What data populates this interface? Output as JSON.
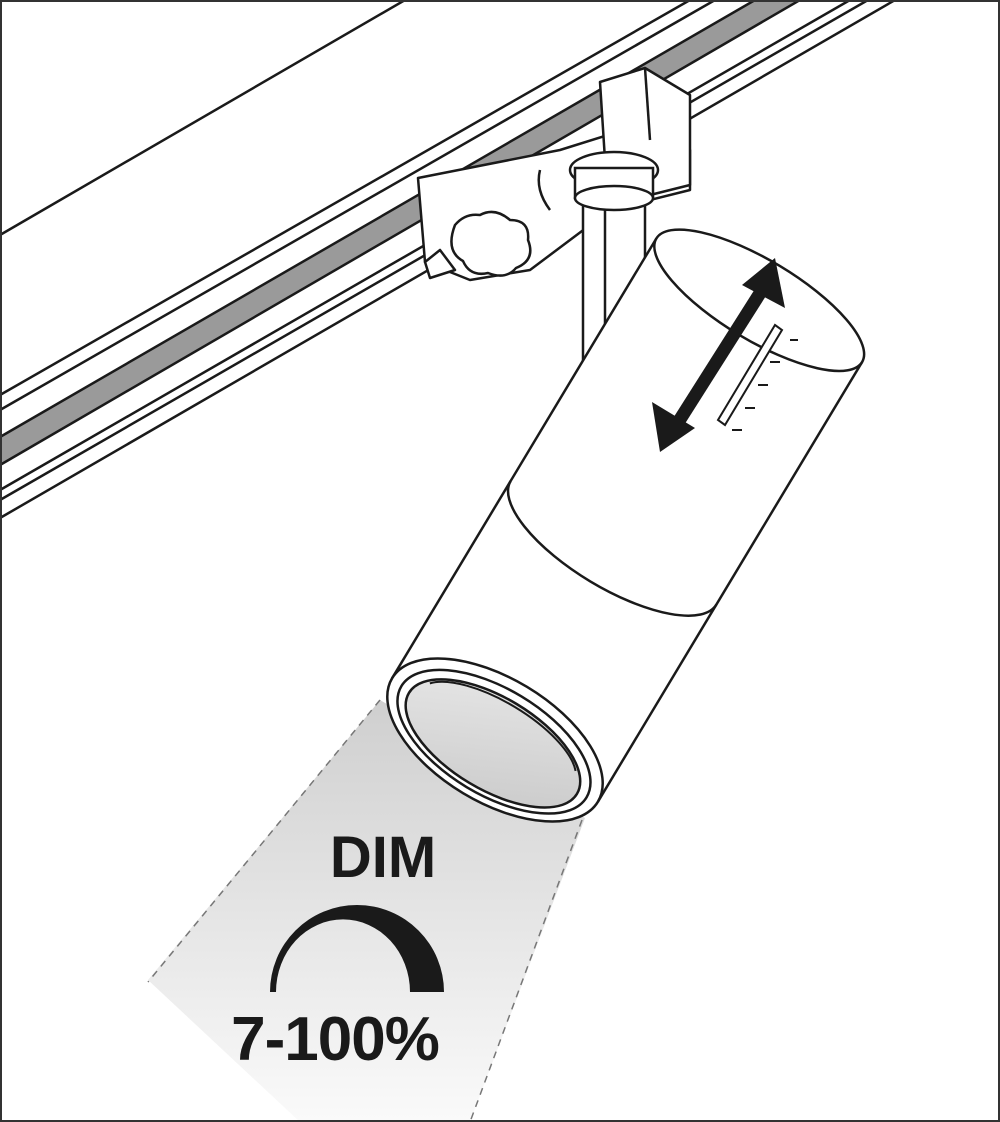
{
  "illustration": {
    "subject": "track-spotlight",
    "dimming": {
      "label": "DIM",
      "range_text": "7-100%",
      "min_percent": 7,
      "max_percent": 100
    },
    "colors": {
      "line": "#1a1a1a",
      "rail_stripe": "#9a9a9a",
      "beam": "#d6d6d6",
      "background": "#ffffff"
    }
  }
}
